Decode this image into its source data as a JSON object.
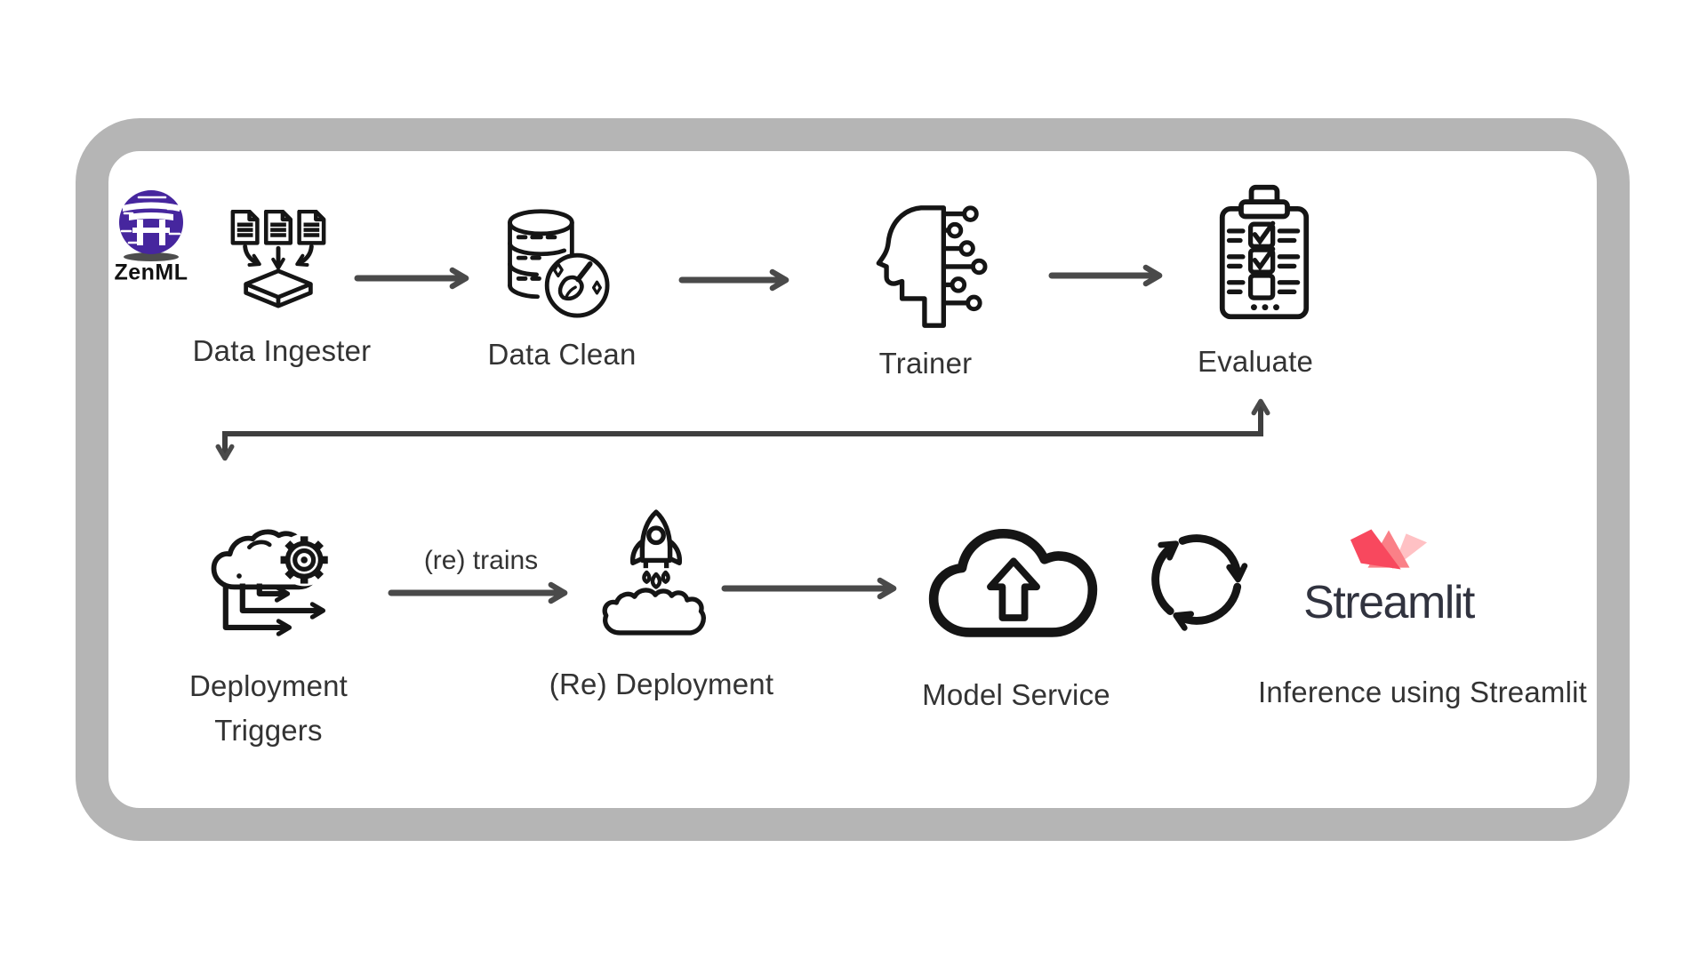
{
  "brand": {
    "logo_label": "ZenML"
  },
  "pipeline": {
    "row1": [
      {
        "id": "data-ingester",
        "label": "Data Ingester"
      },
      {
        "id": "data-clean",
        "label": "Data Clean"
      },
      {
        "id": "trainer",
        "label": "Trainer"
      },
      {
        "id": "evaluate",
        "label": "Evaluate"
      }
    ],
    "row2": [
      {
        "id": "deployment-triggers",
        "label_line1": "Deployment",
        "label_line2": "Triggers"
      },
      {
        "id": "re-deployment",
        "label": "(Re) Deployment"
      },
      {
        "id": "model-service",
        "label": "Model Service"
      },
      {
        "id": "inference",
        "wordmark": "Streamlit",
        "label": "Inference using Streamlit"
      }
    ],
    "edge_labels": {
      "retrain": "(re) trains"
    }
  },
  "colors": {
    "frame_gray": "#b5b5b5",
    "arrow_gray": "#4a4a4a",
    "icon_stroke": "#151515",
    "zenml_purple": "#46269e",
    "streamlit_red": "#f8485e",
    "streamlit_pink": "#fa8087",
    "streamlit_pale": "#ffc1c4",
    "streamlit_text": "#31333f",
    "label_text": "#333333"
  }
}
